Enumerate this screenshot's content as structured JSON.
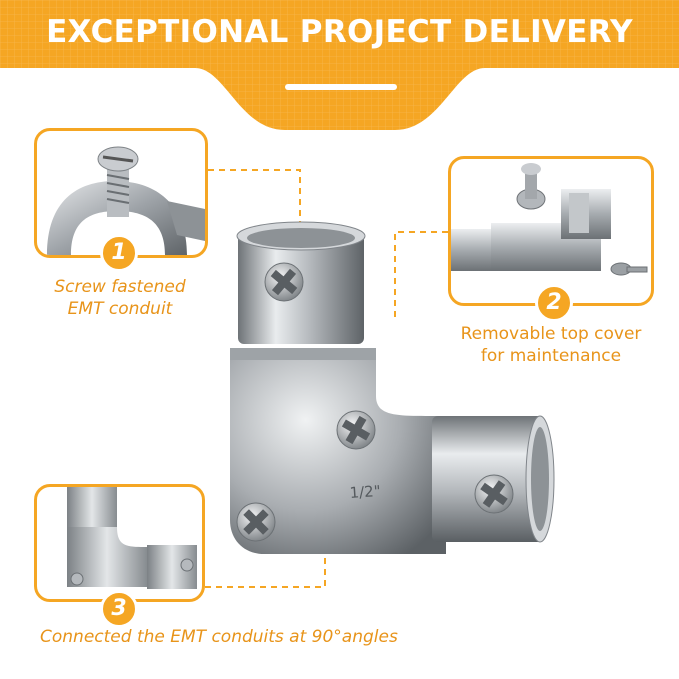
{
  "banner": {
    "title": "EXCEPTIONAL PROJECT DELIVERY",
    "color": "#f5a623"
  },
  "product": {
    "size_mark": "1/2\""
  },
  "callouts": [
    {
      "number": "1",
      "line1": "Screw fastened",
      "line2": "EMT conduit"
    },
    {
      "number": "2",
      "line1": "Removable top cover",
      "line2": "for maintenance"
    },
    {
      "number": "3",
      "line1": "Connected the EMT conduits at 90°angles"
    }
  ],
  "colors": {
    "accent": "#f5a623",
    "caption": "#e8941a"
  }
}
